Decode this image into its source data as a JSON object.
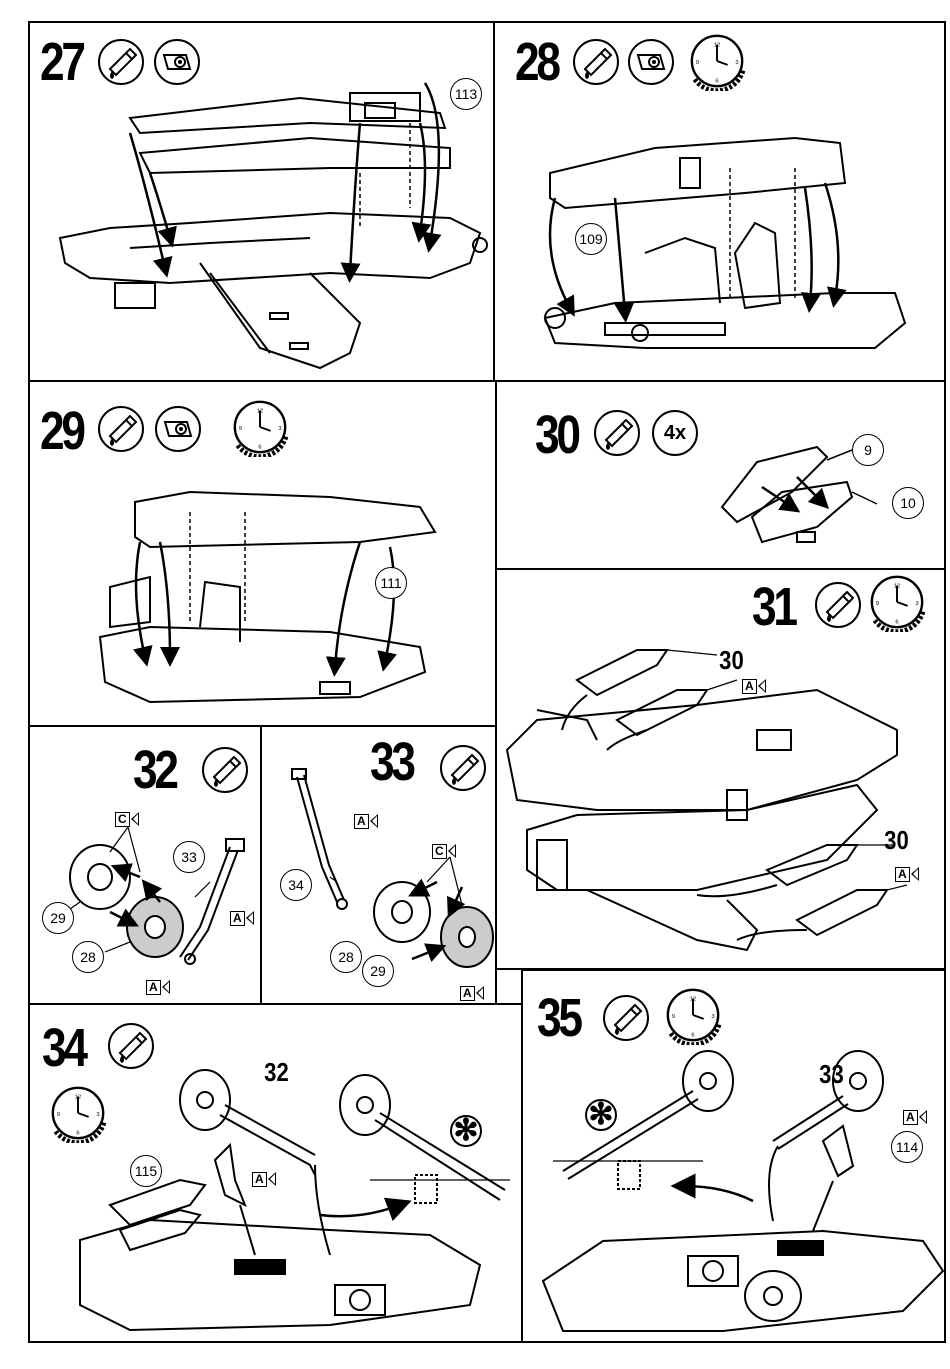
{
  "steps": [
    {
      "number": "27",
      "icons": [
        "cement-tube-icon",
        "decal-icon"
      ],
      "callouts": [
        "113"
      ]
    },
    {
      "number": "28",
      "icons": [
        "cement-tube-icon",
        "decal-icon",
        "clock-icon"
      ],
      "callouts": [
        "109"
      ]
    },
    {
      "number": "29",
      "icons": [
        "cement-tube-icon",
        "decal-icon",
        "clock-icon"
      ],
      "callouts": [
        "111"
      ]
    },
    {
      "number": "30",
      "icons": [
        "cement-tube-icon"
      ],
      "multiplier": "4x",
      "callouts": [
        "9",
        "10"
      ]
    },
    {
      "number": "31",
      "icons": [
        "cement-tube-icon",
        "clock-icon"
      ],
      "labels": [
        "30",
        "30"
      ],
      "tags": [
        "A",
        "A"
      ]
    },
    {
      "number": "32",
      "icons": [
        "cement-tube-icon"
      ],
      "labels": [
        "33"
      ],
      "callouts": [
        "29",
        "28"
      ],
      "tags": [
        "C",
        "A",
        "A"
      ]
    },
    {
      "number": "33",
      "icons": [
        "cement-tube-icon"
      ],
      "callouts": [
        "34",
        "28",
        "29"
      ],
      "tags": [
        "A",
        "C",
        "A"
      ]
    },
    {
      "number": "34",
      "icons": [
        "cement-tube-icon",
        "clock-icon"
      ],
      "labels": [
        "32"
      ],
      "callouts": [
        "115"
      ],
      "tags": [
        "A"
      ],
      "note_symbol": "✻"
    },
    {
      "number": "35",
      "icons": [
        "cement-tube-icon",
        "clock-icon"
      ],
      "labels": [
        "33"
      ],
      "callouts": [
        "114"
      ],
      "tags": [
        "A"
      ],
      "note_symbol": "✻"
    }
  ]
}
